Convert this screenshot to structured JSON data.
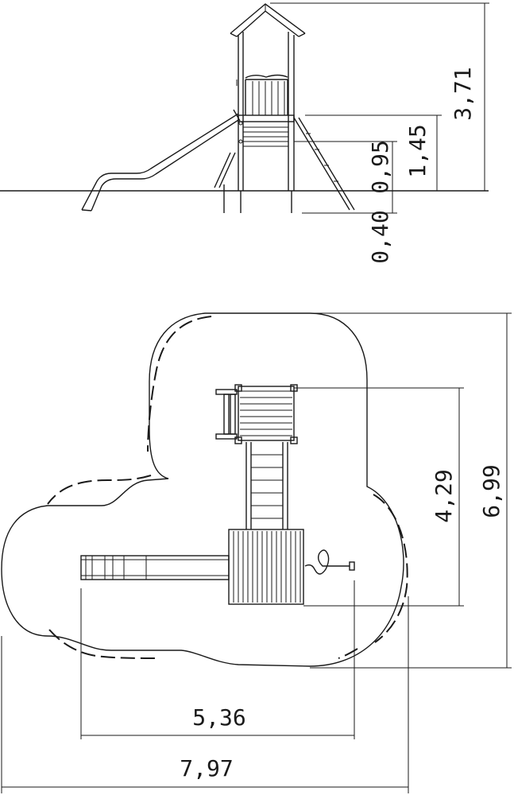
{
  "elevation_dimensions": {
    "total_height": "3,71",
    "platform_height": "1,45",
    "free_fall_height": "0,95",
    "foundation_depth": "0,40"
  },
  "plan_dimensions": {
    "equipment_depth": "4,29",
    "safety_area_depth": "6,99",
    "equipment_width": "5,36",
    "safety_area_width": "7,97"
  }
}
